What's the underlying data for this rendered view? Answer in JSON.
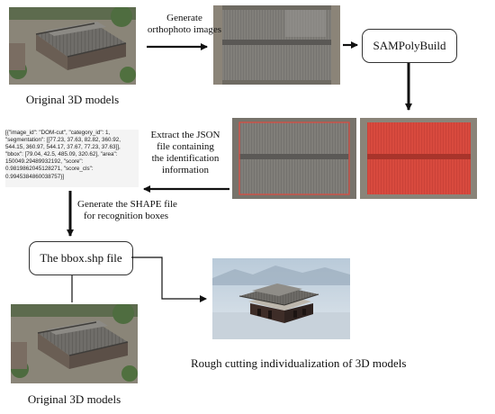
{
  "steps": {
    "original_top_caption": "Original 3D models",
    "generate_ortho_label": "Generate\northophoto images",
    "sampolybuild_label": "SAMPolyBuild",
    "extract_json_label": "Extract the JSON\nfile containing\nthe identification\ninformation",
    "json_text": "[{\"image_id\": \"DOM-cut\", \"category_id\": 1,\n\"segmentation\": [[77.23, 37.63, 82.82, 360.92,\n544.15, 360.97, 544.17, 37.67, 77.23, 37.63]],\n\"bbox\": [79.04, 42.5, 485.09, 320.62], \"area\":\n150049.29489932192, \"score\":\n0.9819862045128271, \"score_cls\":\n0.9945384860038757}]",
    "generate_shape_label": "Generate the SHAPE file\nfor recognition boxes",
    "bbox_file_label": "The bbox.shp file",
    "rough_cutting_caption": "Rough cutting individualization of 3D models",
    "original_bottom_caption": "Original 3D models"
  },
  "colors": {
    "arrow": "#111111",
    "roof_tile": "#7d7b76",
    "segmentation_fill": "#d9453b",
    "segmentation_outline": "#e04a3f",
    "sky": "#c9d6e2"
  },
  "icons": {
    "aerial_model": "3d-model-aerial-view",
    "orthophoto": "orthophoto-roof-image",
    "segmentation": "segmentation-result-image",
    "cut_model": "individualized-3d-model"
  }
}
